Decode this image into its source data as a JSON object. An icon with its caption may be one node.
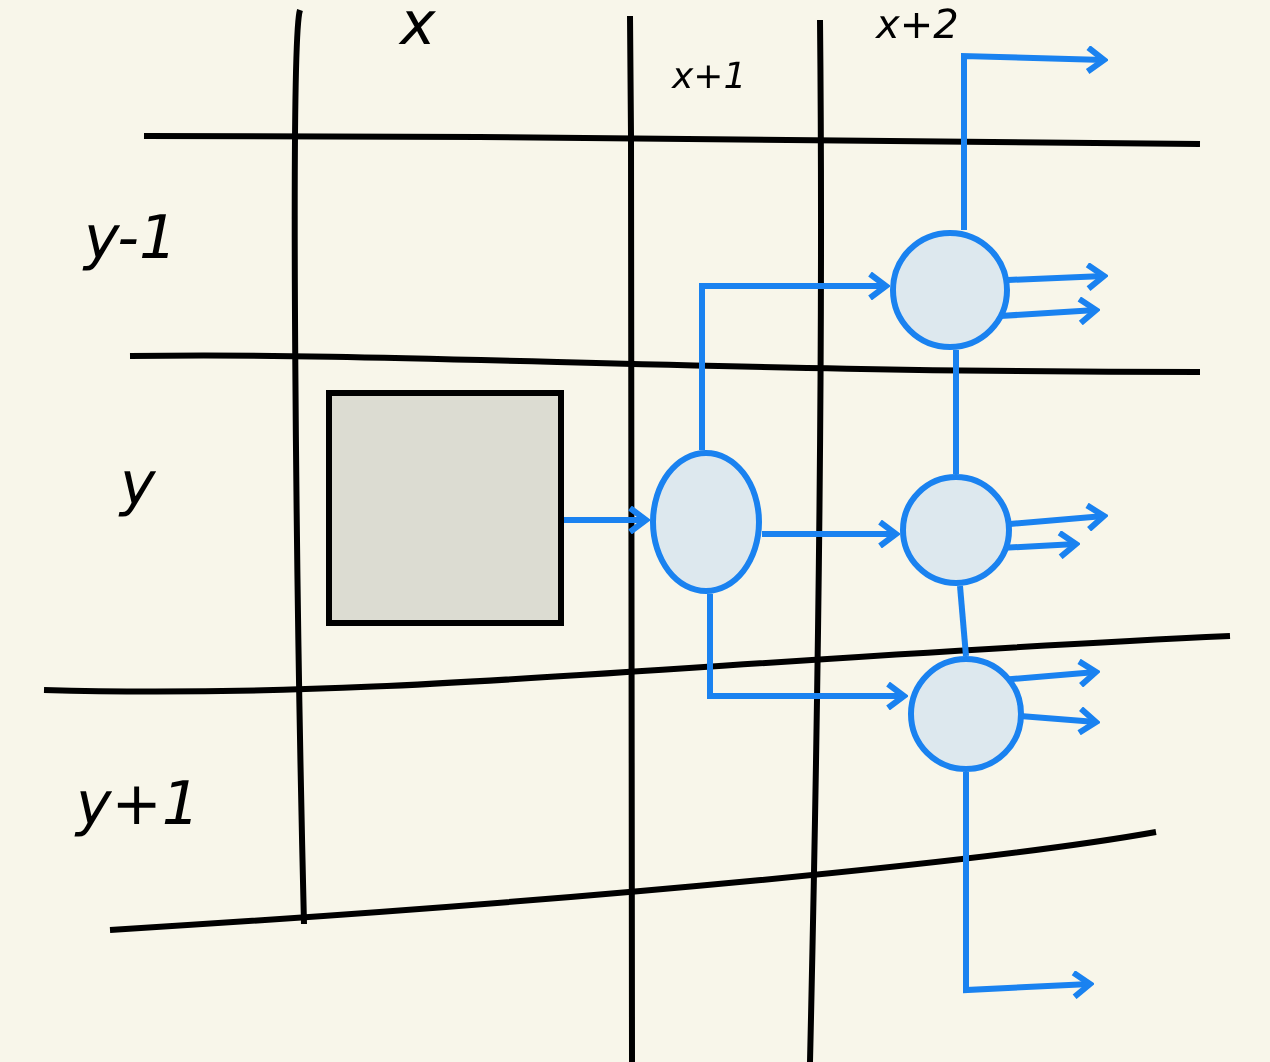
{
  "diagram": {
    "nodes": [
      {
        "text": [],
        "shape": "box"
      },
      {
        "text": [],
        "shape": "circle"
      },
      {
        "text": [],
        "shape": "circle"
      },
      {
        "text": [],
        "shape": "circle"
      },
      {
        "text": [],
        "shape": "circle"
      }
    ],
    "edges": [
      {
        "from": 0,
        "to": 1,
        "arrow": "to"
      },
      {
        "from": 1,
        "to": 2,
        "arrow": "to"
      },
      {
        "from": 1,
        "to": 3,
        "arrow": "to"
      },
      {
        "from": 1,
        "to": 4,
        "arrow": "to"
      },
      {
        "from": 2,
        "to": null,
        "arrow": "to"
      },
      {
        "from": 2,
        "to": null,
        "arrow": "to"
      },
      {
        "from": 2,
        "to": null,
        "arrow": "to"
      },
      {
        "from": 2,
        "to": 3,
        "arrow": "none"
      },
      {
        "from": 3,
        "to": null,
        "arrow": "to"
      },
      {
        "from": 3,
        "to": null,
        "arrow": "to"
      },
      {
        "from": 3,
        "to": 4,
        "arrow": "none"
      },
      {
        "from": 4,
        "to": null,
        "arrow": "to"
      },
      {
        "from": 4,
        "to": null,
        "arrow": "to"
      },
      {
        "from": 4,
        "to": null,
        "arrow": "to"
      }
    ],
    "labels": [
      "x",
      "x+1",
      "x+2",
      "y-1",
      "y",
      "y+1"
    ]
  }
}
